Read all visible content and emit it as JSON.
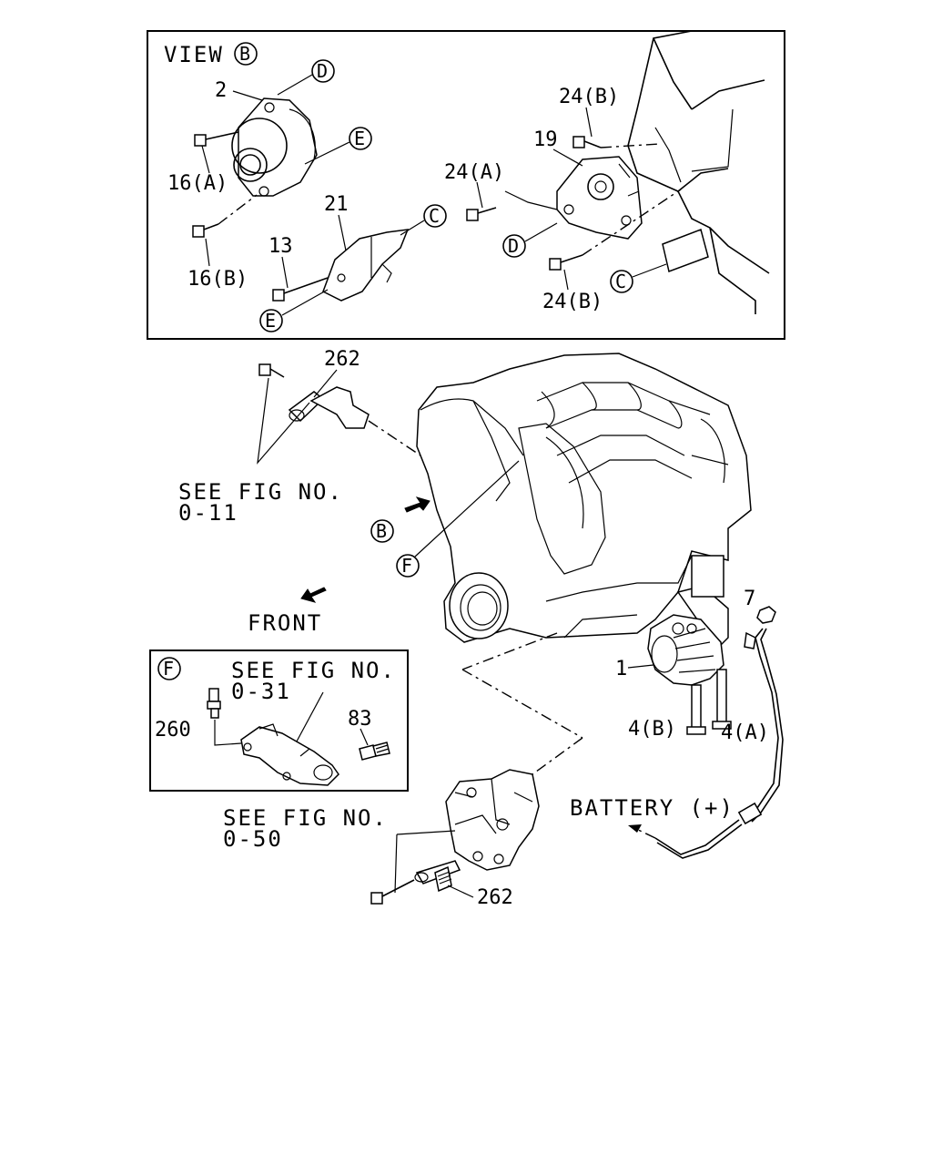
{
  "view_b": {
    "title": "VIEW",
    "title_ref": "B",
    "circle_refs": [
      "D",
      "E",
      "C",
      "D",
      "C",
      "E"
    ],
    "labels": {
      "p2": "2",
      "p16a": "16(A)",
      "p16b": "16(B)",
      "p21": "21",
      "p13": "13",
      "p24b_top": "24(B)",
      "p19": "19",
      "p24a": "24(A)",
      "p24b_bottom": "24(B)"
    }
  },
  "main": {
    "labels": {
      "p262_top": "262",
      "see_fig_011_line1": "SEE FIG NO.",
      "see_fig_011_line2": "0-11",
      "ref_b": "B",
      "ref_f": "F",
      "front": "FRONT",
      "p7": "7",
      "p1": "1",
      "p4b": "4(B)",
      "p4a": "4(A)",
      "battery": "BATTERY (+)",
      "see_fig_050_line1": "SEE FIG NO.",
      "see_fig_050_line2": "0-50",
      "p262_bottom": "262"
    }
  },
  "view_f": {
    "ref": "F",
    "labels": {
      "see_fig_031_line1": "SEE FIG NO.",
      "see_fig_031_line2": "0-31",
      "p260": "260",
      "p83": "83"
    }
  }
}
